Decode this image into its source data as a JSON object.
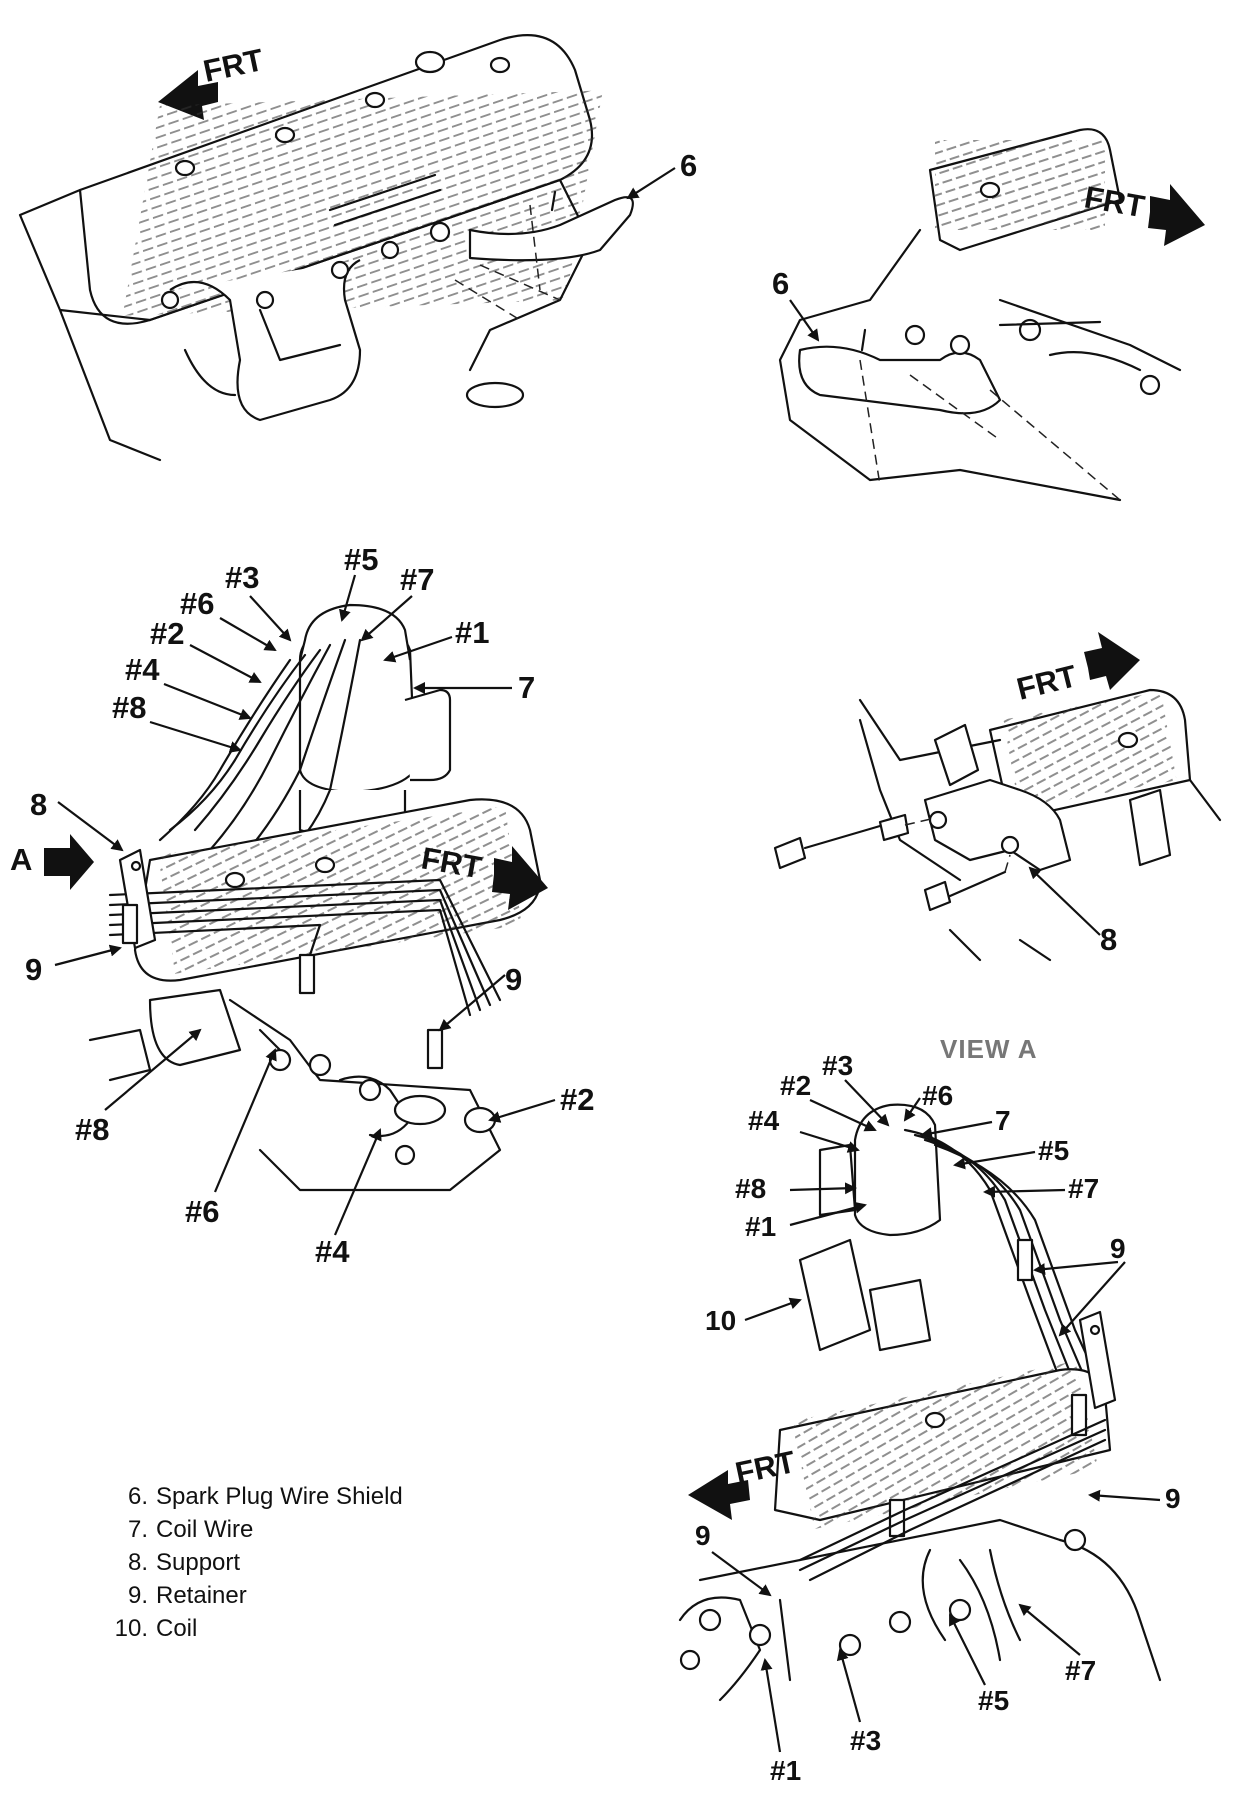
{
  "labels": {
    "frt": "FRT",
    "a": "A",
    "view_a": "VIEW A",
    "n6": "6",
    "n7": "7",
    "n8": "8",
    "n9": "9",
    "n10": "10",
    "c1": "#1",
    "c2": "#2",
    "c3": "#3",
    "c4": "#4",
    "c5": "#5",
    "c6": "#6",
    "c7": "#7",
    "c8": "#8"
  },
  "legend": [
    {
      "num": "6.",
      "text": "Spark Plug Wire Shield"
    },
    {
      "num": "7.",
      "text": "Coil Wire"
    },
    {
      "num": "8.",
      "text": "Support"
    },
    {
      "num": "9.",
      "text": "Retainer"
    },
    {
      "num": "10.",
      "text": "Coil"
    }
  ]
}
